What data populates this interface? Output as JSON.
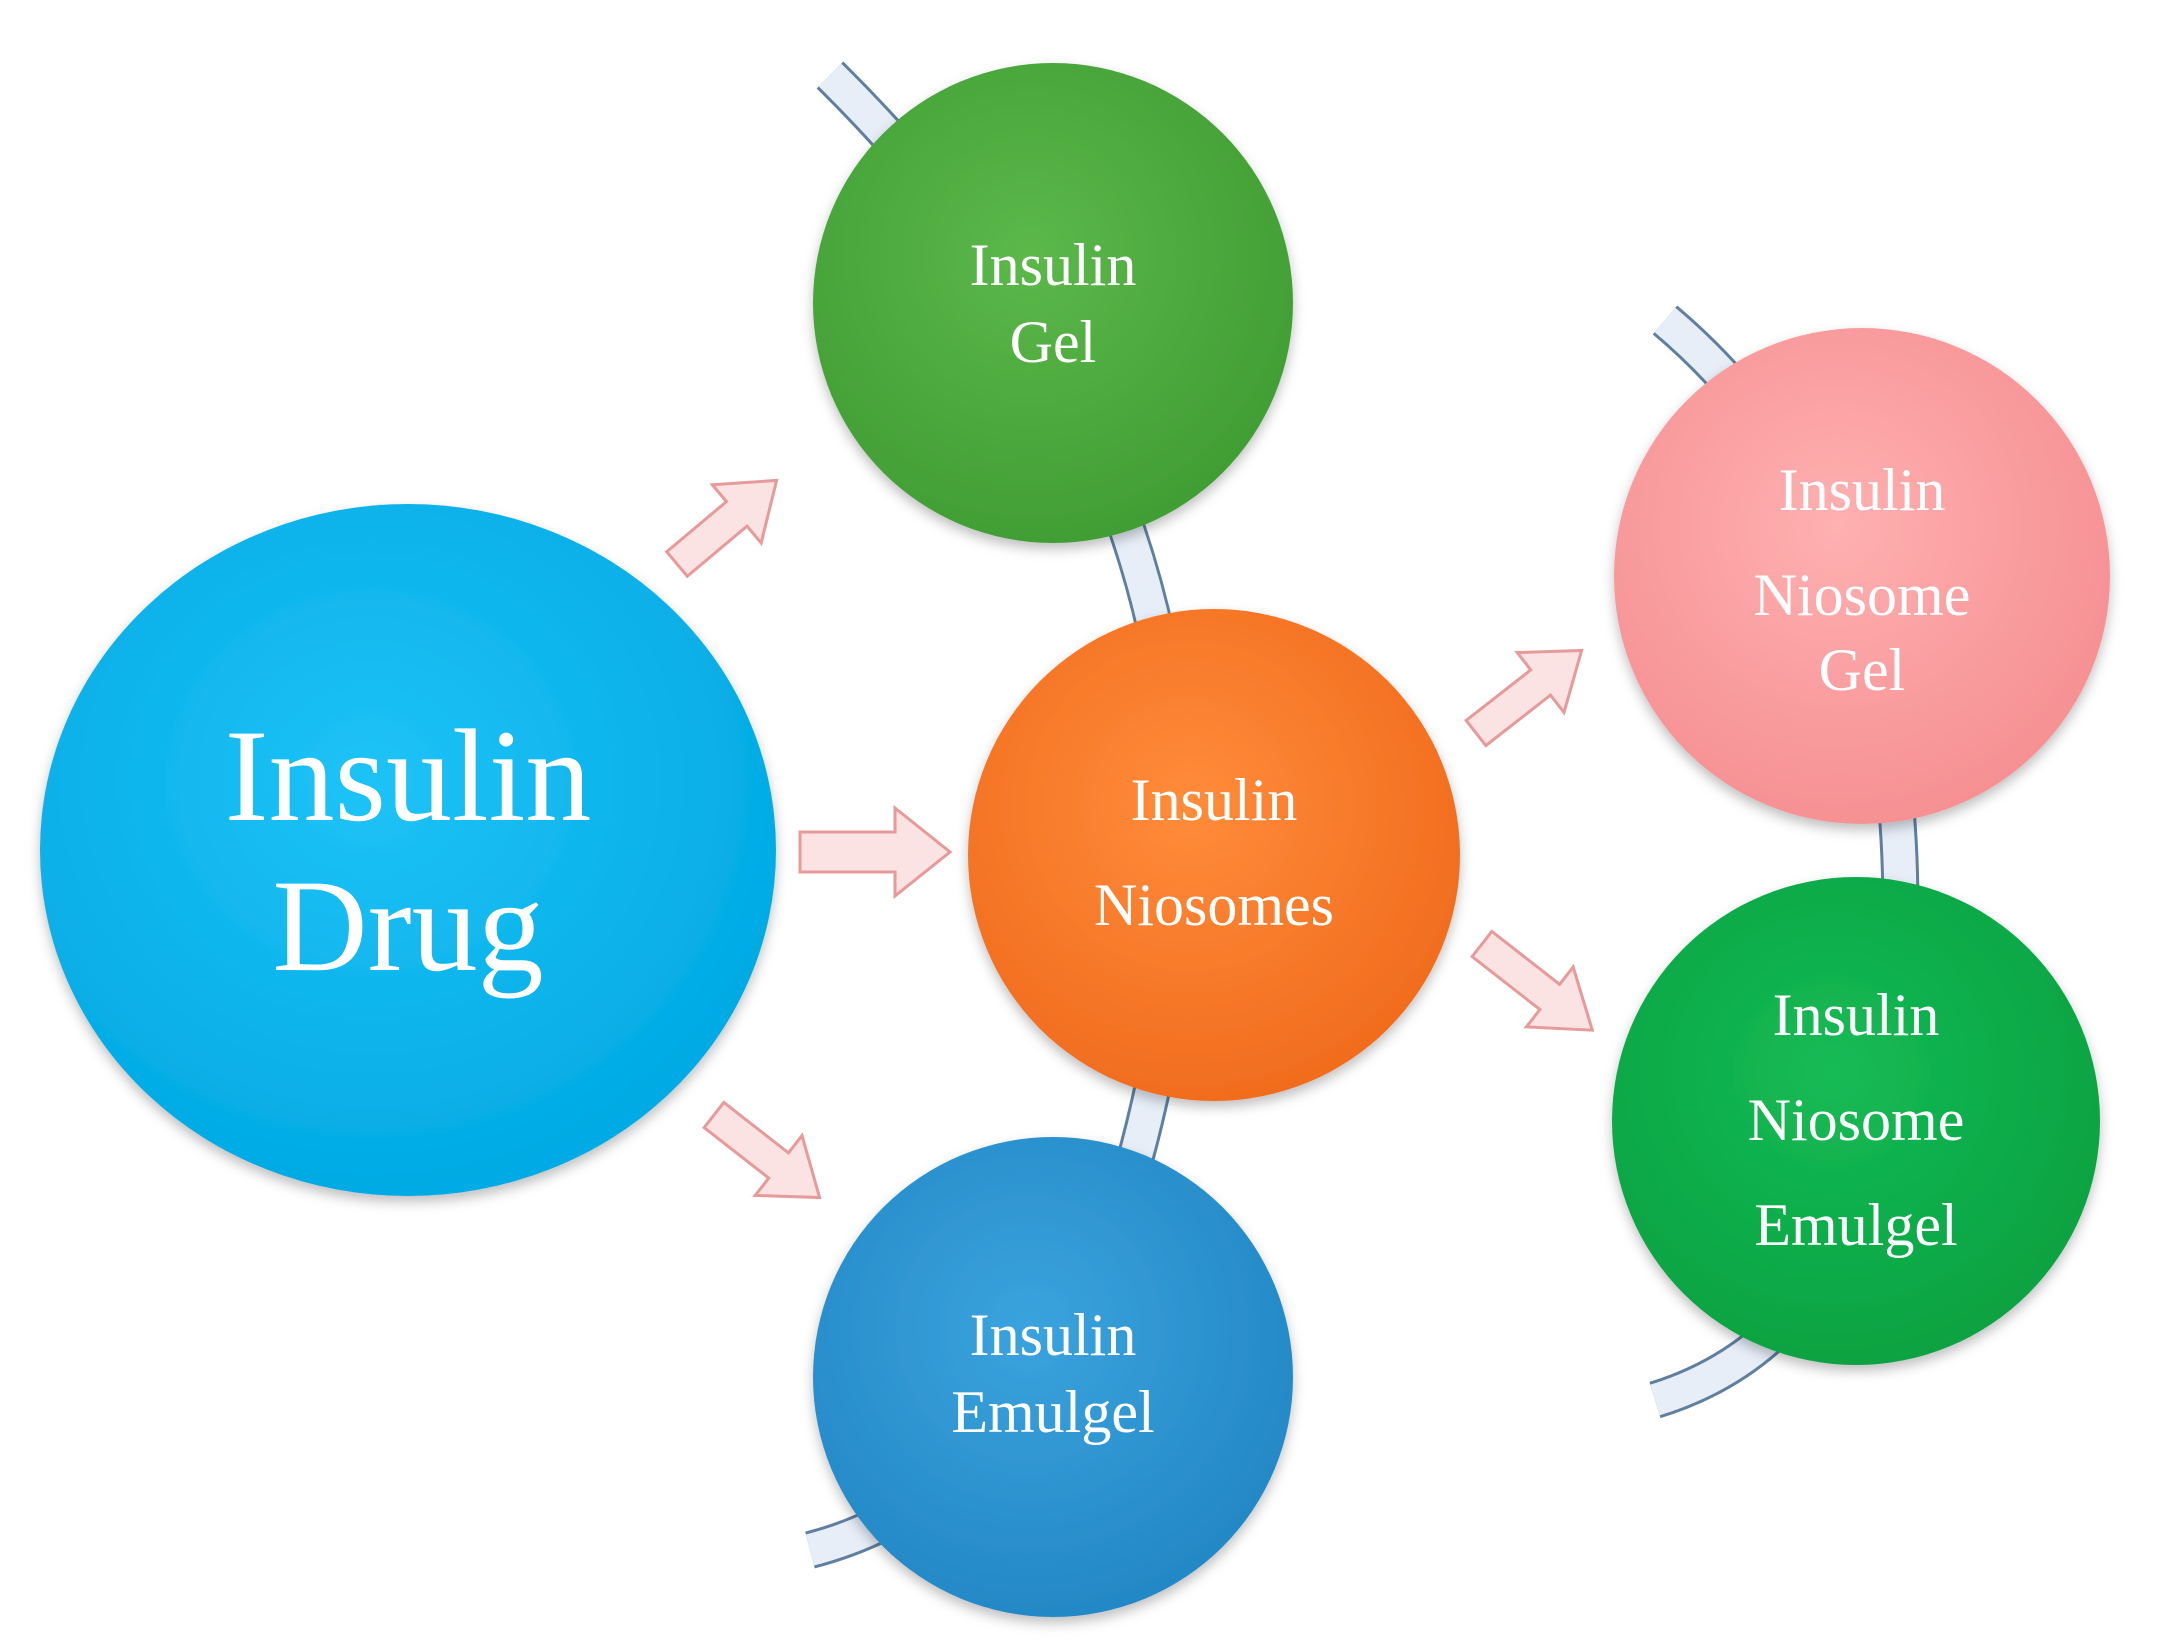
{
  "nodes": {
    "insulin_drug": {
      "line1": "Insulin",
      "line2": "Drug",
      "color": "#00b0ec"
    },
    "insulin_gel": {
      "line1": "Insulin",
      "line2": "Gel",
      "color": "#4aa83a"
    },
    "insulin_niosomes": {
      "line1": "Insulin",
      "line2": "Niosomes",
      "color": "#f9782a"
    },
    "insulin_emulgel": {
      "line1": "Insulin",
      "line2": "Emulgel",
      "color": "#2d94d0"
    },
    "insulin_niosome_gel": {
      "line1": "Insulin",
      "line2": "Niosome",
      "line3": "Gel",
      "color": "#f99a9c"
    },
    "insulin_niosome_emulgel": {
      "line1": "Insulin",
      "line2": "Niosome",
      "line3": "Emulgel",
      "color": "#0aac4a"
    }
  },
  "arrow_color": "#fbe3e3",
  "connector_color": "#e7eef8"
}
